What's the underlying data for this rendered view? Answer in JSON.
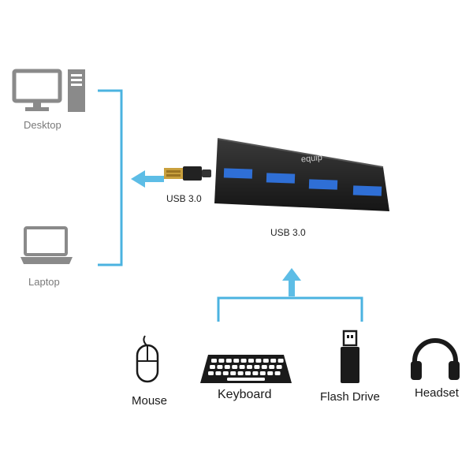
{
  "devices_left": {
    "desktop_label": "Desktop",
    "laptop_label": "Laptop"
  },
  "hub": {
    "brand": "equip",
    "cable_label": "USB 3.0",
    "hub_label": "USB 3.0"
  },
  "peripherals": {
    "mouse_label": "Mouse",
    "keyboard_label": "Keyboard",
    "flash_drive_label": "Flash Drive",
    "headset_label": "Headset"
  },
  "colors": {
    "connector_line": "#4bb3e0",
    "arrow": "#5dbde6",
    "icon_gray": "#8a8a8a",
    "icon_dark": "#1a1a1a",
    "hub_body": "#262626",
    "port_blue": "#2f6fd6"
  },
  "icons": [
    "desktop-icon",
    "laptop-icon",
    "usb-plug-icon",
    "usb-hub-icon",
    "mouse-icon",
    "keyboard-icon",
    "flash-drive-icon",
    "headset-icon"
  ]
}
